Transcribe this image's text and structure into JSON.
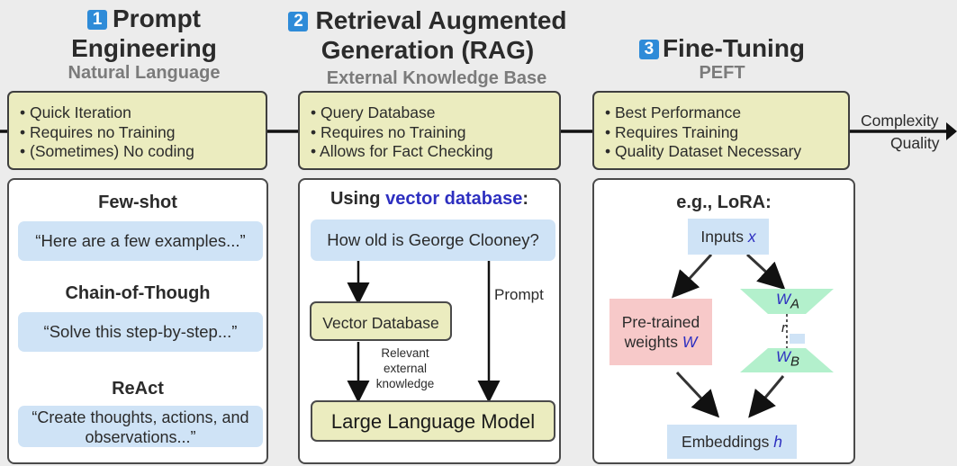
{
  "colors": {
    "badge": "#2e8bd8",
    "yellow_box": "#ebecbf",
    "blue_box": "#cfe3f6",
    "pink_box": "#f7c9c9",
    "green_shape": "#b3f0cc",
    "accent_text": "#2d2fc0"
  },
  "axis": {
    "complexity": "Complexity",
    "quality": "Quality"
  },
  "sections": [
    {
      "number": "1",
      "title_line1": "Prompt",
      "title_line2": "Engineering",
      "subtitle": "Natural Language",
      "bullets": [
        "Quick Iteration",
        "Requires no Training",
        "(Sometimes) No coding"
      ],
      "panel": {
        "items": [
          {
            "heading": "Few-shot",
            "example": "“Here are a few examples...”"
          },
          {
            "heading": "Chain-of-Though",
            "example": "“Solve this step-by-step...”"
          },
          {
            "heading": "ReAct",
            "example_line1": "“Create thoughts, actions, and",
            "example_line2": "observations...”"
          }
        ]
      }
    },
    {
      "number": "2",
      "title_line1": "Retrieval Augmented",
      "title_line2": "Generation (RAG)",
      "subtitle": "External Knowledge Base",
      "bullets": [
        "Query Database",
        "Requires no Training",
        "Allows for Fact Checking"
      ],
      "panel": {
        "heading_prefix": "Using ",
        "heading_highlight": "vector database",
        "heading_suffix": ":",
        "query": "How old is George Clooney?",
        "vector_db": "Vector Database",
        "prompt_label": "Prompt",
        "relevant_line1": "Relevant",
        "relevant_line2": "external",
        "relevant_line3": "knowledge",
        "llm": "Large Language Model"
      }
    },
    {
      "number": "3",
      "title": "Fine-Tuning",
      "subtitle": "PEFT",
      "bullets": [
        "Best Performance",
        "Requires Training",
        "Quality Dataset Necessary"
      ],
      "panel": {
        "heading": "e.g., LoRA:",
        "inputs_text": "Inputs ",
        "inputs_var": "x",
        "pretrained_line1": "Pre-trained",
        "pretrained_line2": "weights ",
        "pretrained_var": "W",
        "wa_main": "W",
        "wa_sub": "A",
        "wb_main": "W",
        "wb_sub": "B",
        "rank": "r",
        "embeddings_text": "Embeddings ",
        "embeddings_var": "h"
      }
    }
  ]
}
